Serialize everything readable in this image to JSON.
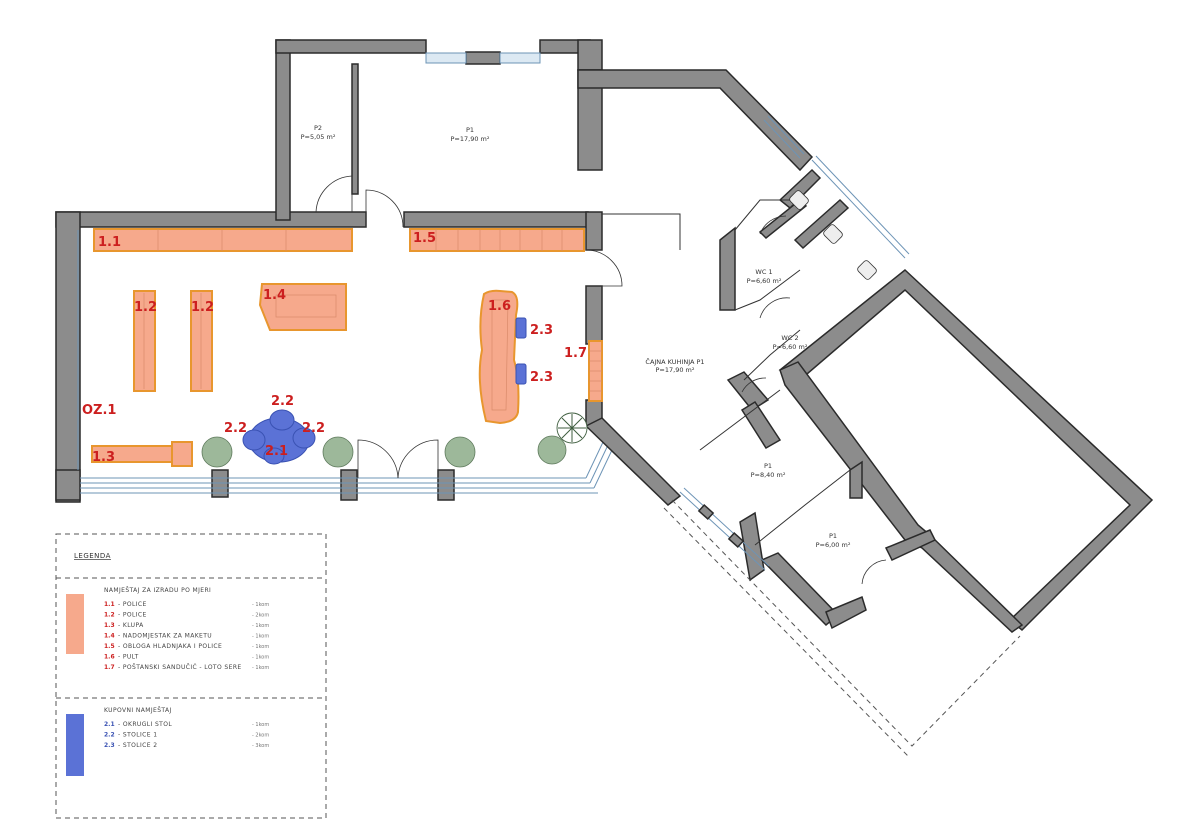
{
  "rooms": {
    "p2": {
      "name": "P2",
      "area": "P=5,05 m²"
    },
    "p1_top": {
      "name": "P1",
      "area": "P=17,90 m²"
    },
    "wc1": {
      "name": "WC 1",
      "area": "P=6,60 m²"
    },
    "wc2": {
      "name": "WC 2",
      "area": "P=6,60 m²"
    },
    "cajna": {
      "name": "ČAJNA KUHINJA P1",
      "area": "P=17,90 m²"
    },
    "p1_mid": {
      "name": "P1",
      "area": "P=8,40 m²"
    },
    "p1_low": {
      "name": "P1",
      "area": "P=6,00 m²"
    }
  },
  "tags": {
    "t11": "1.1",
    "t15": "1.5",
    "t12a": "1.2",
    "t12b": "1.2",
    "t14": "1.4",
    "t16": "1.6",
    "t23a": "2.3",
    "t23b": "2.3",
    "t17": "1.7",
    "oz1": "OZ.1",
    "t22a": "2.2",
    "t22b": "2.2",
    "t22c": "2.2",
    "t21": "2.1",
    "t13": "1.3"
  },
  "legend": {
    "title": "LEGENDA",
    "custom_heading": "NAMJEŠTAJ ZA IZRADU PO MJERI",
    "custom_items": [
      {
        "code": "1.1",
        "label": "- POLICE",
        "qty": "- 1kom"
      },
      {
        "code": "1.2",
        "label": "- POLICE",
        "qty": "- 2kom"
      },
      {
        "code": "1.3",
        "label": "- KLUPA",
        "qty": "- 1kom"
      },
      {
        "code": "1.4",
        "label": "- NADOMJESTAK ZA MAKETU",
        "qty": "- 1kom"
      },
      {
        "code": "1.5",
        "label": "- OBLOGA HLADNJAKA I POLICE",
        "qty": "- 1kom"
      },
      {
        "code": "1.6",
        "label": "- PULT",
        "qty": "- 1kom"
      },
      {
        "code": "1.7",
        "label": "- POŠTANSKI SANDUČIĆ - LOTO SERE",
        "qty": "- 1kom"
      }
    ],
    "bought_heading": "KUPOVNI NAMJEŠTAJ",
    "bought_items": [
      {
        "code": "2.1",
        "label": "- OKRUGLI STOL",
        "qty": "- 1kom"
      },
      {
        "code": "2.2",
        "label": "- STOLICE 1",
        "qty": "- 2kom"
      },
      {
        "code": "2.3",
        "label": "- STOLICE 2",
        "qty": "- 3kom"
      }
    ],
    "colors": {
      "custom": "#f6a98c",
      "bought": "#5b72d6"
    }
  }
}
